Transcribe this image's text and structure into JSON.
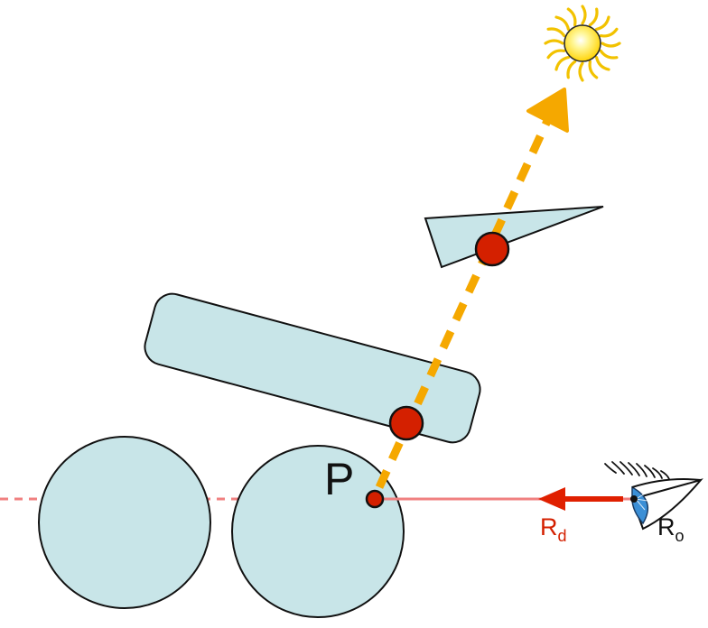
{
  "labels": {
    "point": "P",
    "ray_direction_main": "R",
    "ray_direction_sub": "d",
    "ray_origin_main": "R",
    "ray_origin_sub": "o"
  },
  "colors": {
    "shape_fill": "#c8e5e8",
    "shape_stroke": "#111111",
    "shadow_ray": "#f5a800",
    "intersection_point": "#d42000",
    "primary_ray": "#f08080",
    "direction_arrow": "#e02000",
    "direction_label": "#d42000",
    "eye_iris": "#3b8fd6",
    "sun_core": "#ffee33",
    "sun_rays": "#f2c200"
  },
  "icons": {
    "light_source": "sun-icon",
    "camera": "eye-icon"
  }
}
